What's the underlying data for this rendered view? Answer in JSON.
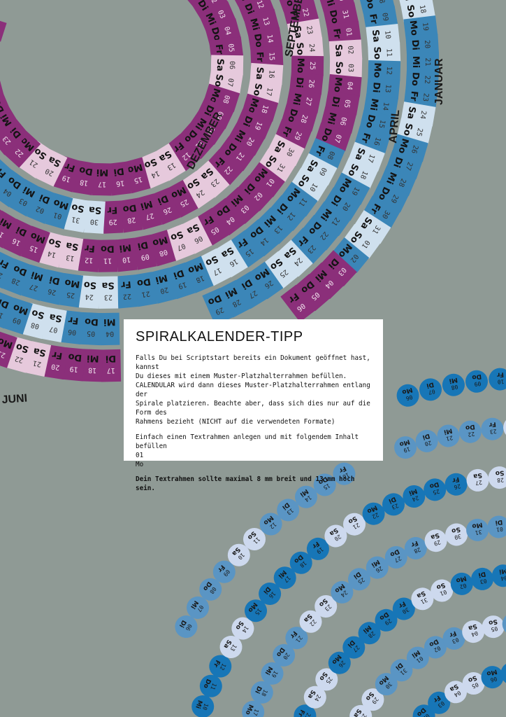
{
  "colors": {
    "background": "#8f9a95",
    "plum": "#8b2f7a",
    "pink_light": "#e6c9dc",
    "blue": "#3b86b8",
    "blue_light": "#cfe0ee",
    "dot_dark": "#1776b7",
    "dot_light": "#cdd9ee",
    "dot_mid": "#5a95c4"
  },
  "months": [
    "JANUAR",
    "APRIL",
    "SEPTEMBER",
    "DEZEMBER",
    "JUNI"
  ],
  "weekdays": [
    "Mo",
    "Di",
    "Mi",
    "Do",
    "Fr",
    "Sa",
    "So"
  ],
  "tip": {
    "title": "SPIRALKALENDER-TIPP",
    "paragraph1": "Falls Du bei Scriptstart bereits ein Dokument geöffnet hast, kannst\nDu dieses mit einem Muster-Platzhalterrahmen befüllen.\nCALENDULAR wird dann dieses Muster-Platzhalterrahmen entlang der\nSpirale platzieren. Beachte aber, dass sich dies nur auf die Form des\nRahmens bezieht (NICHT auf die verwendeten Formate)",
    "paragraph2": "Einfach einen Textrahmen anlegen und mit folgendem Inhalt befüllen\n01\nMo",
    "note": "Dein Textrahmen sollte maximal 8 mm breit und 13 mm hoch sein."
  }
}
